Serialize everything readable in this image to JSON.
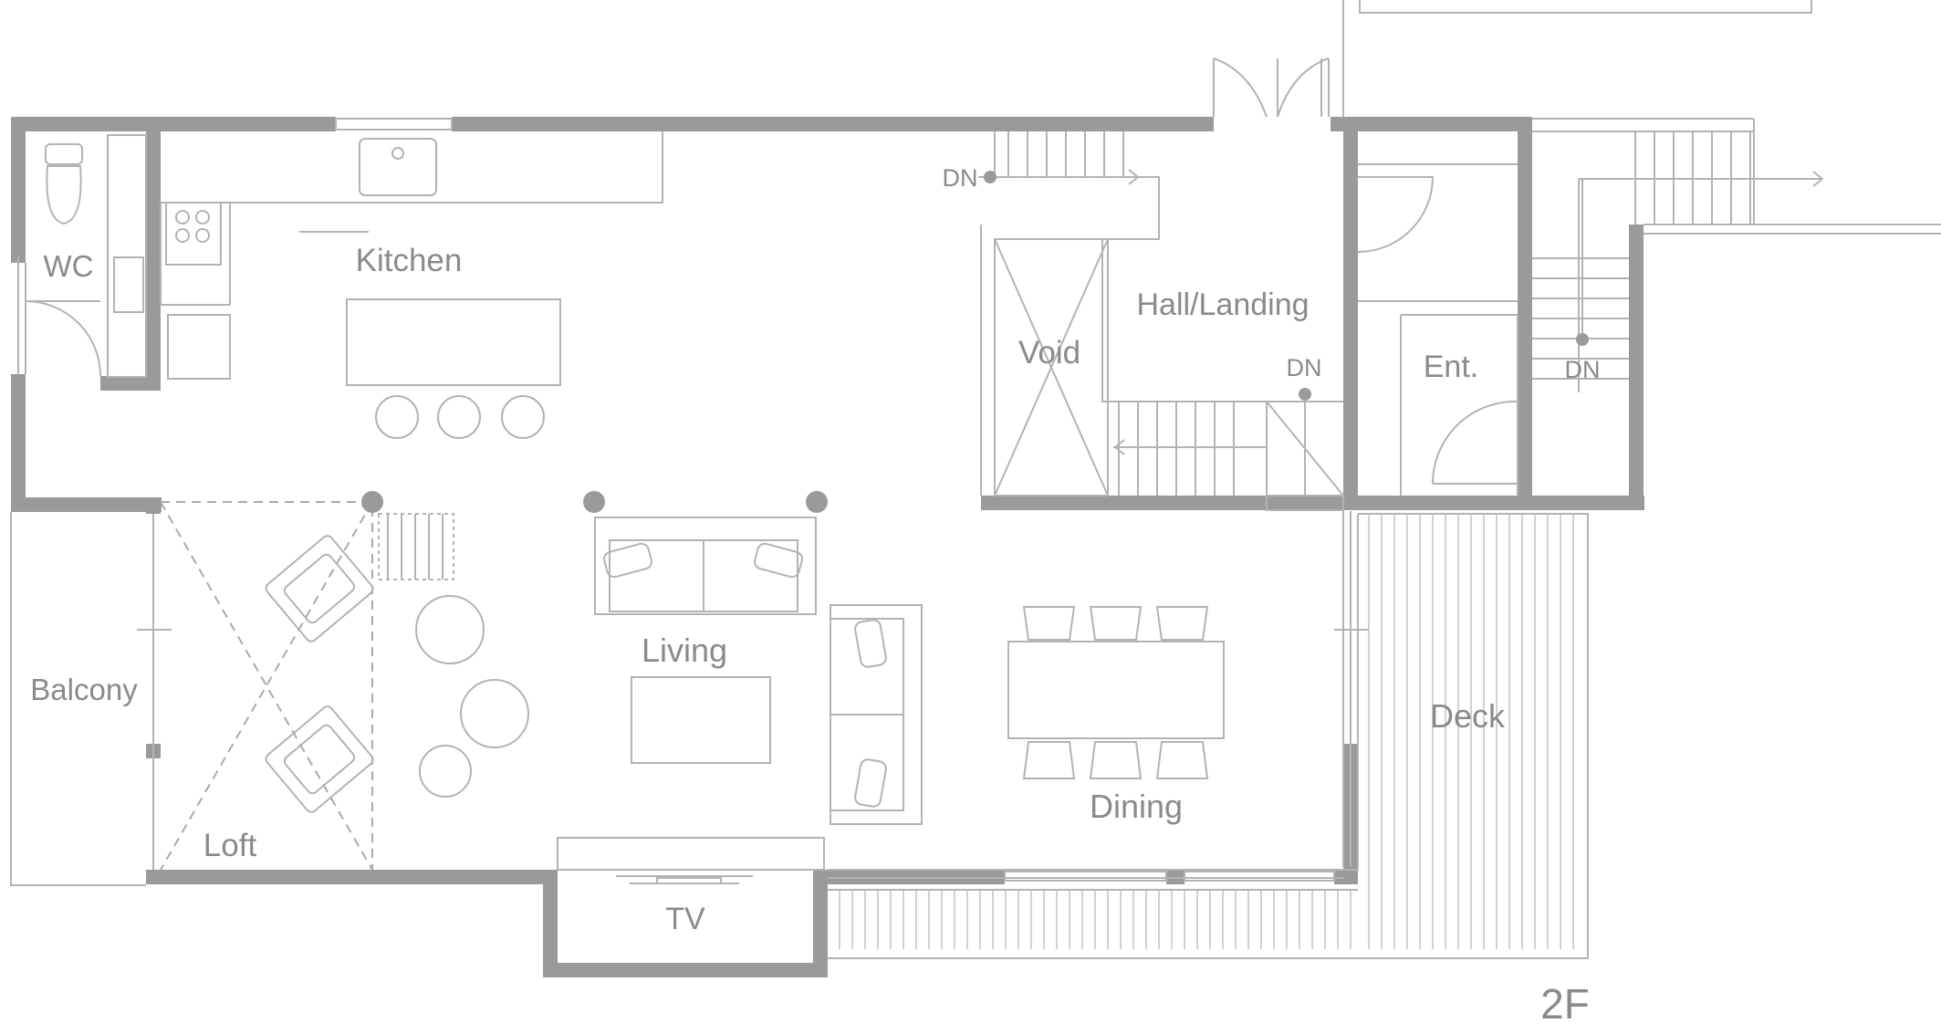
{
  "plan": {
    "floor": "2F",
    "rooms": {
      "wc": "WC",
      "kitchen": "Kitchen",
      "hall": "Hall/Landing",
      "void": "Void",
      "entrance": "Ent.",
      "balcony": "Balcony",
      "living": "Living",
      "dining": "Dining",
      "deck": "Deck",
      "loft": "Loft",
      "tv": "TV"
    },
    "stair_down_label": "DN"
  },
  "colors": {
    "wall": "#9a9a9a",
    "line": "#b3b3b3",
    "text": "#8a8a8a"
  }
}
